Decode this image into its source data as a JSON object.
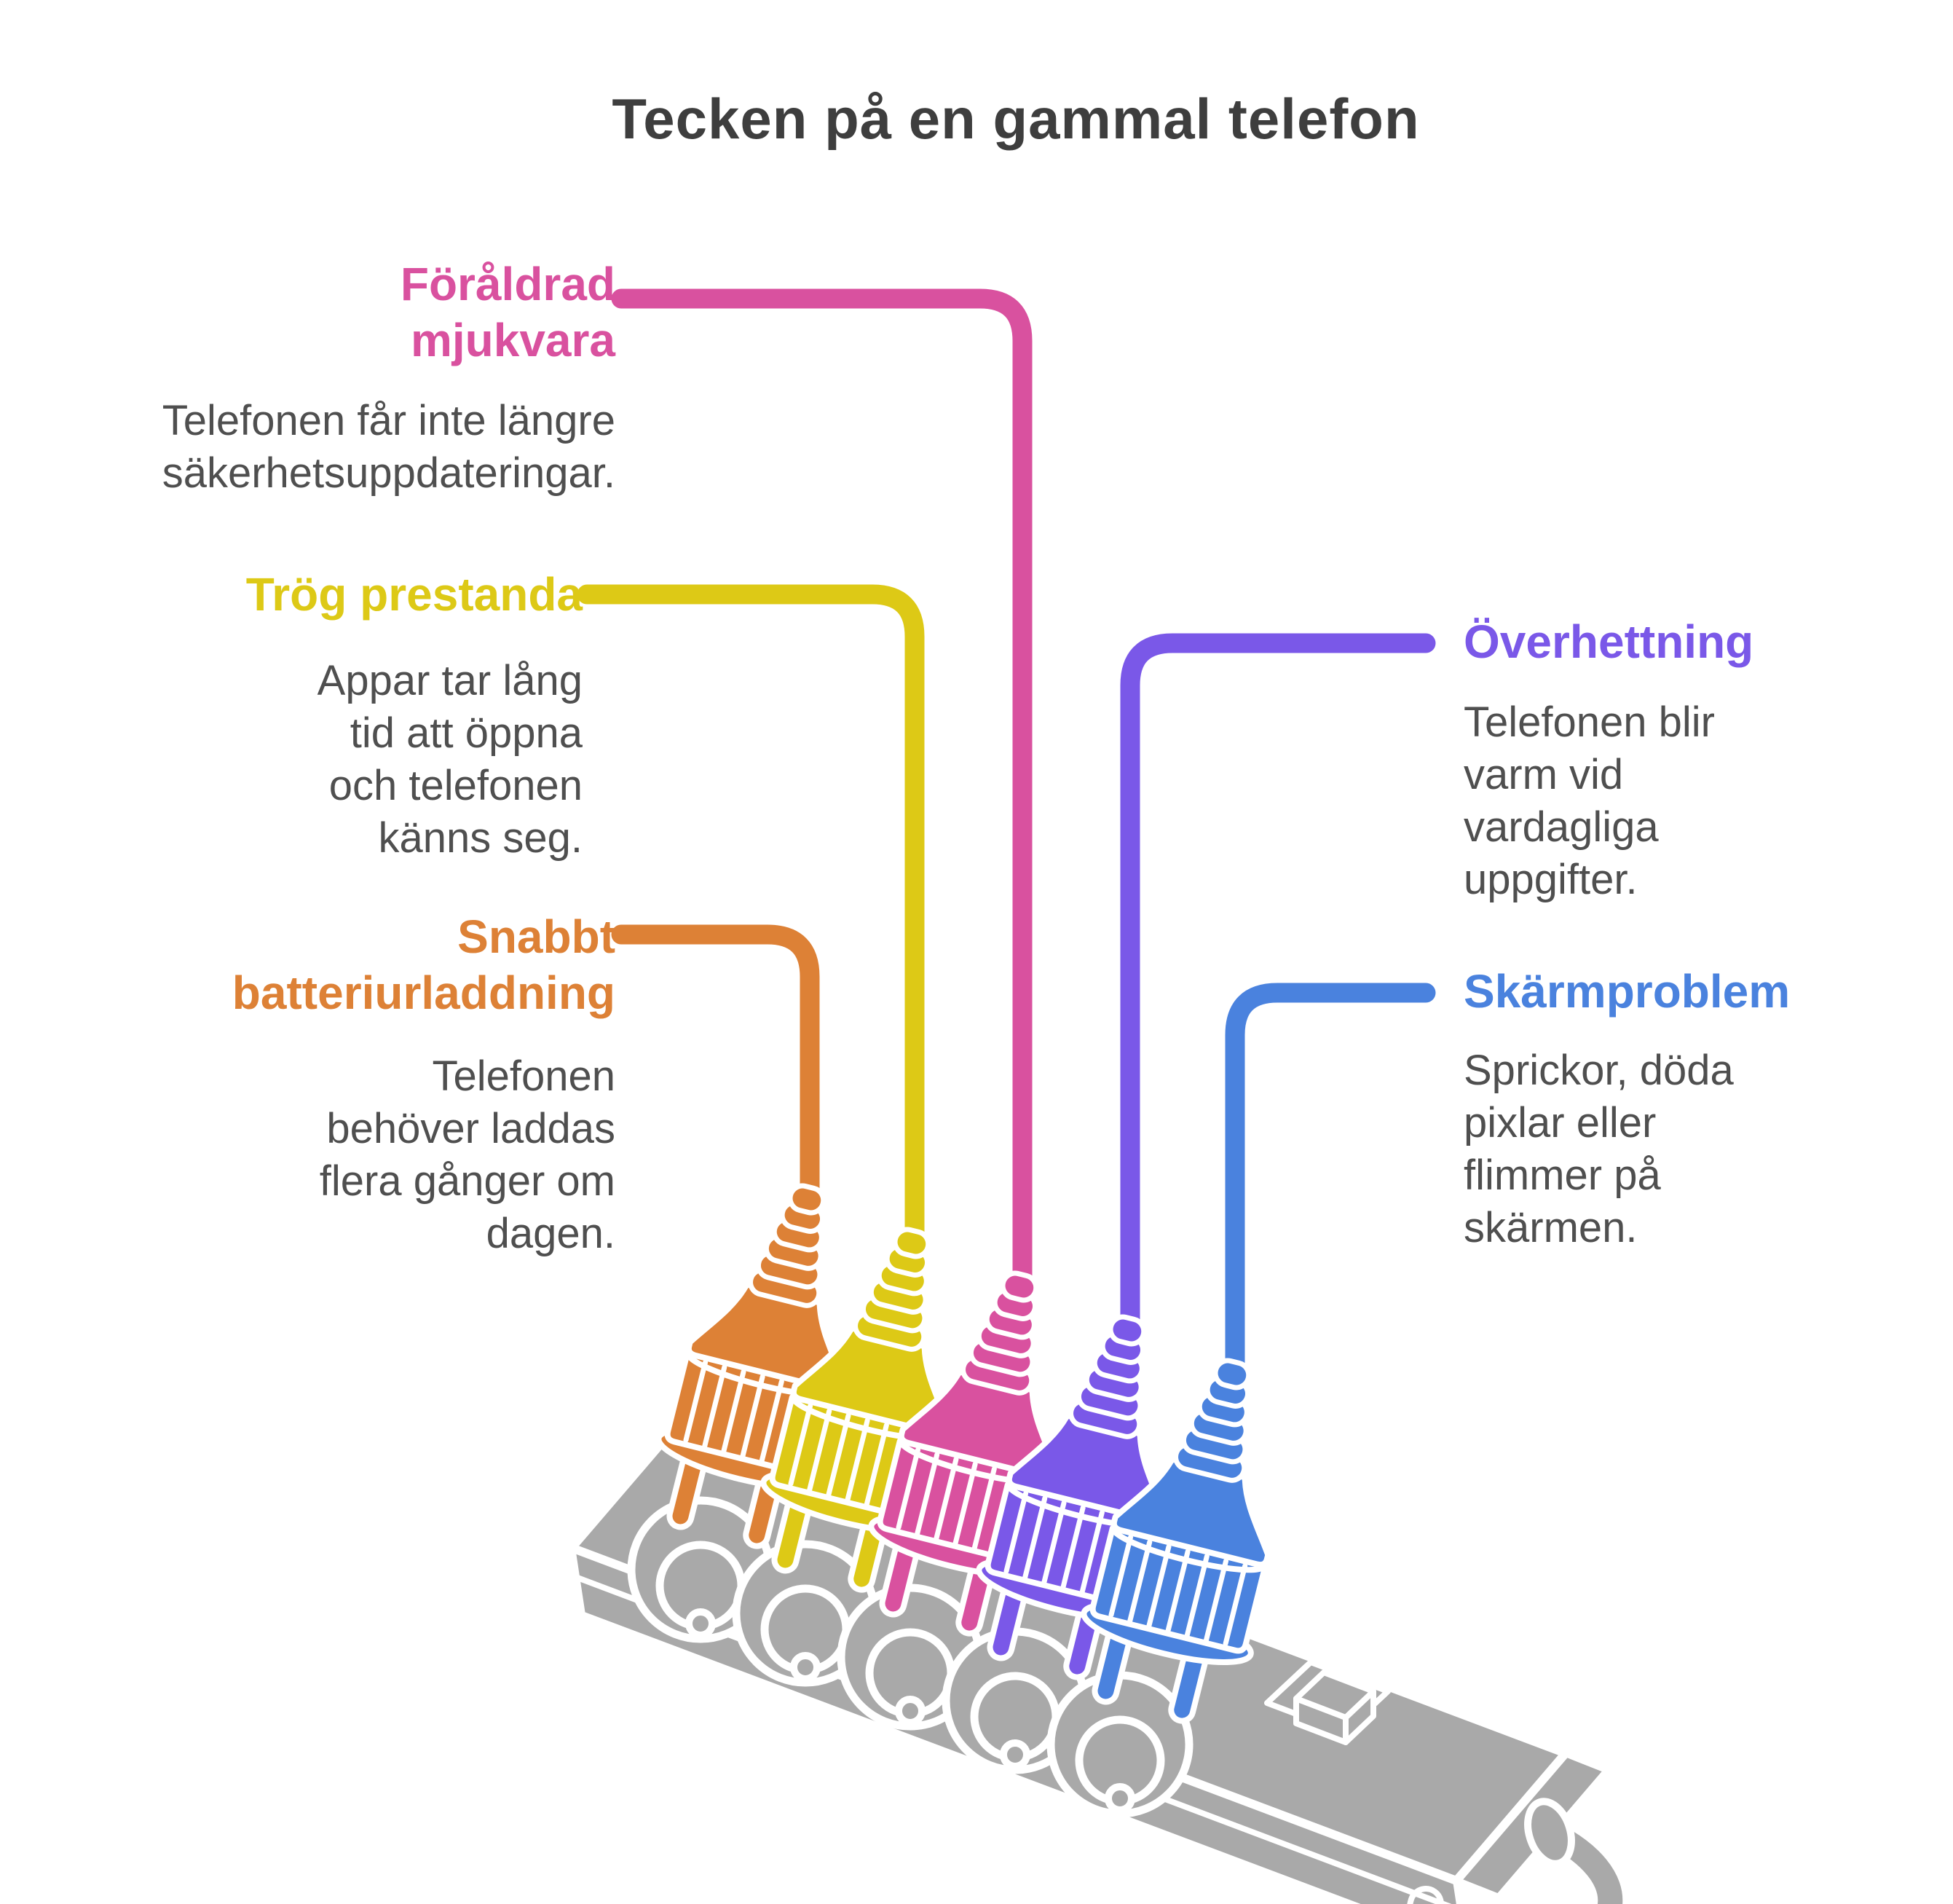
{
  "page_title": "Tecken på en gammal telefon",
  "colors": {
    "background": "#ffffff",
    "title_text": "#3e3e3e",
    "body_text": "#4f4f4f",
    "strip_gray": "#a9a9a9"
  },
  "sections": [
    {
      "id": "outdated-software",
      "color": "#d9519f",
      "title_lines": [
        "Föråldrad",
        "mjukvara"
      ],
      "desc_lines": [
        "Telefonen får inte längre",
        "säkerhetsuppdateringar."
      ]
    },
    {
      "id": "slow-performance",
      "color": "#ddc916",
      "title_lines": [
        "Trög prestanda"
      ],
      "desc_lines": [
        "Appar tar lång",
        "tid att öppna",
        "och telefonen",
        "känns seg."
      ]
    },
    {
      "id": "fast-battery-drain",
      "color": "#dd8136",
      "title_lines": [
        "Snabbt",
        "batteriurladdning"
      ],
      "desc_lines": [
        "Telefonen",
        "behöver laddas",
        "flera gånger om",
        "dagen."
      ]
    },
    {
      "id": "overheating",
      "color": "#7a58e8",
      "title_lines": [
        "Överhettning"
      ],
      "desc_lines": [
        "Telefonen blir",
        "varm vid",
        "vardagliga",
        "uppgifter."
      ]
    },
    {
      "id": "screen-problems",
      "color": "#4a82de",
      "title_lines": [
        "Skärmproblem"
      ],
      "desc_lines": [
        "Sprickor, döda",
        "pixlar eller",
        "flimmer på",
        "skärmen."
      ]
    }
  ]
}
